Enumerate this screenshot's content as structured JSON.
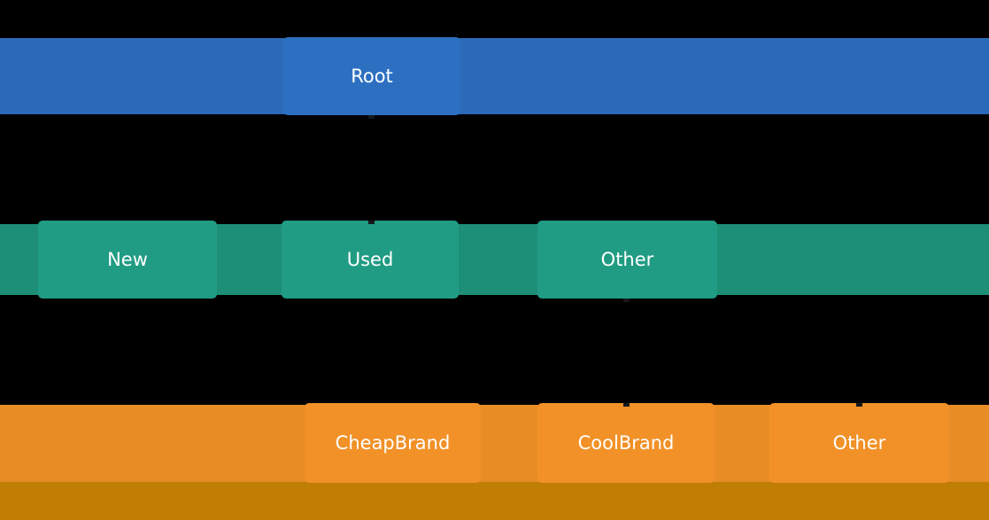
{
  "figure": {
    "kind": "hierarchy-partition-tree",
    "levels": [
      {
        "name": "root-level",
        "nodes": [
          {
            "label": "Root"
          }
        ]
      },
      {
        "name": "condition-level",
        "nodes": [
          {
            "label": "New"
          },
          {
            "label": "Used"
          },
          {
            "label": "Other"
          }
        ]
      },
      {
        "name": "brand-level",
        "nodes": [
          {
            "label": "CheapBrand"
          },
          {
            "label": "CoolBrand"
          },
          {
            "label": "Other"
          }
        ]
      },
      {
        "name": "truncated-level",
        "nodes": []
      }
    ]
  },
  "colors": {
    "background": "#000000",
    "level1_strip": "#2a6ab9",
    "level1_node": "#2d70c2",
    "level2_strip": "#1d8f77",
    "level2_node": "#219c84",
    "level3_strip": "#e88c26",
    "level3_node": "#f19127",
    "level4_strip": "#c07f04",
    "connector": "#15181d",
    "label_text": "#ffffff"
  }
}
